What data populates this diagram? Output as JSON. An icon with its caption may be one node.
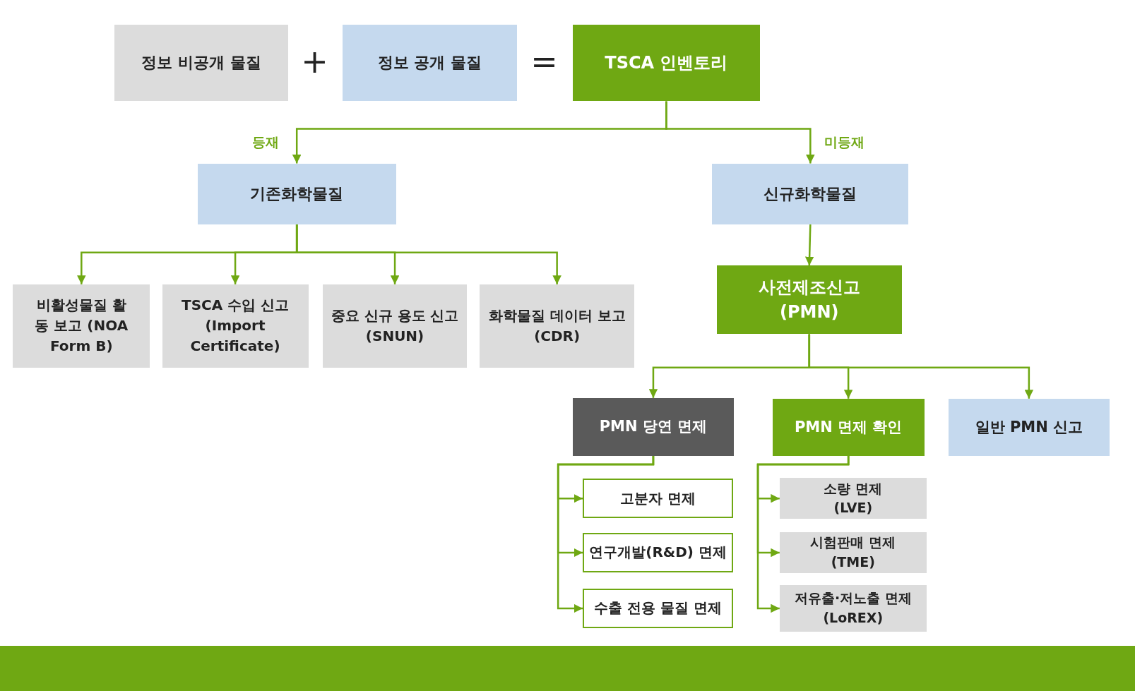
{
  "diagram": {
    "nodes": [
      {
        "text": [
          "정보 비공개 물질"
        ]
      },
      {
        "text": [
          "정보 공개 물질"
        ]
      },
      {
        "text": [
          "TSCA 인벤토리"
        ]
      },
      {
        "text": [
          "기존화학물질"
        ]
      },
      {
        "text": [
          "신규화학물질"
        ]
      },
      {
        "text": [
          "비활성물질 활동 보고 (NOA Form B)"
        ]
      },
      {
        "text": [
          "TSCA 수입 신고 (Import Certificate)"
        ]
      },
      {
        "text": [
          "중요 신규 용도 신고 (SNUN)"
        ]
      },
      {
        "text": [
          "화학물질 데이터 보고 (CDR)"
        ]
      },
      {
        "text": [
          "사전제조신고 (PMN)"
        ]
      },
      {
        "text": [
          "PMN 당연 면제"
        ]
      },
      {
        "text": [
          "PMN 면제 확인"
        ]
      },
      {
        "text": [
          "일반 PMN 신고"
        ]
      },
      {
        "text": [
          "고분자 면제"
        ]
      },
      {
        "text": [
          "연구개발(R&D) 면제"
        ]
      },
      {
        "text": [
          "수출 전용 물질 면제"
        ]
      },
      {
        "text": [
          "소량 면제 (LVE)"
        ]
      },
      {
        "text": [
          "시험판매 면제 (TME)"
        ]
      },
      {
        "text": [
          "저유출·저노출 면제 (LoREX)"
        ]
      }
    ],
    "edges": [
      {
        "from": 2,
        "to": 3,
        "arrow": "to",
        "label": "등재"
      },
      {
        "from": 2,
        "to": 4,
        "arrow": "to",
        "label": "미등재"
      },
      {
        "from": 3,
        "to": 5,
        "arrow": "to"
      },
      {
        "from": 3,
        "to": 6,
        "arrow": "to"
      },
      {
        "from": 3,
        "to": 7,
        "arrow": "to"
      },
      {
        "from": 3,
        "to": 8,
        "arrow": "to"
      },
      {
        "from": 4,
        "to": 9,
        "arrow": "to"
      },
      {
        "from": 9,
        "to": 10,
        "arrow": "to"
      },
      {
        "from": 9,
        "to": 11,
        "arrow": "to"
      },
      {
        "from": 9,
        "to": 12,
        "arrow": "to"
      },
      {
        "from": 10,
        "to": 13,
        "arrow": "to"
      },
      {
        "from": 10,
        "to": 14,
        "arrow": "to"
      },
      {
        "from": 10,
        "to": 15,
        "arrow": "to"
      },
      {
        "from": 11,
        "to": 16,
        "arrow": "to"
      },
      {
        "from": 11,
        "to": 17,
        "arrow": "to"
      },
      {
        "from": 11,
        "to": 18,
        "arrow": "to"
      }
    ],
    "labels": [
      "+",
      "="
    ]
  }
}
